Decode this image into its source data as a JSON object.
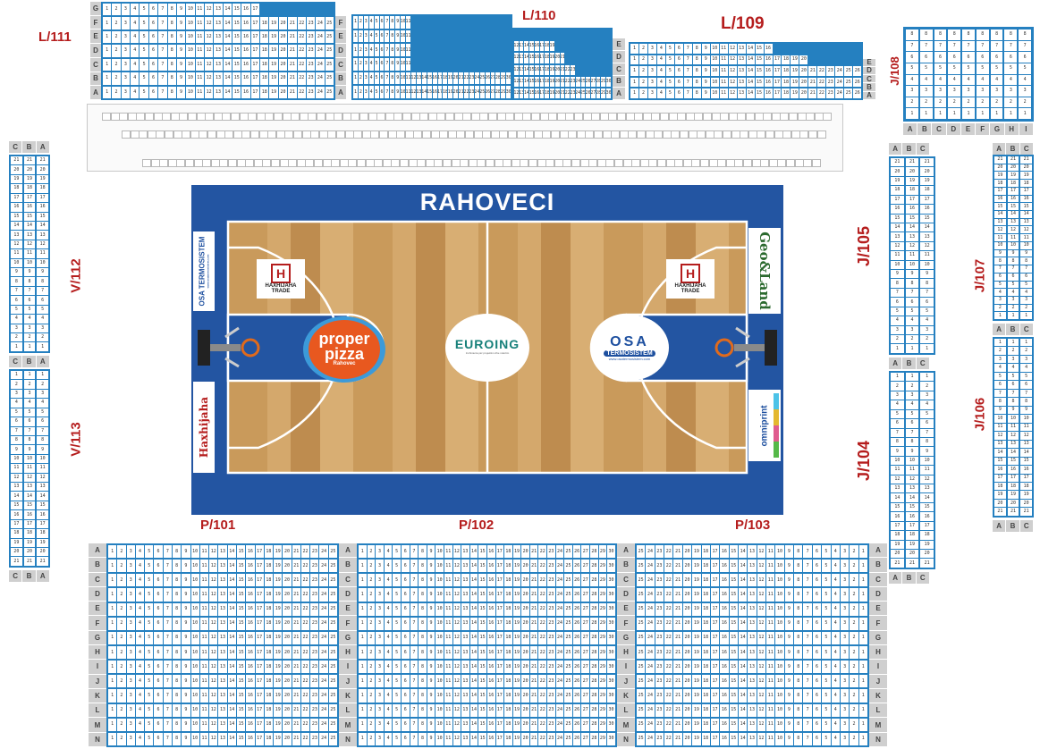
{
  "sections": {
    "l111": "L/111",
    "l110": "L/110",
    "l109": "L/109",
    "j108": "J/108",
    "v112": "V/112",
    "v113": "V/113",
    "j105": "J/105",
    "j104": "J/104",
    "j107": "J/107",
    "j106": "J/106",
    "p101": "P/101",
    "p102": "P/102",
    "p103": "P/103"
  },
  "rows": {
    "l111": [
      "G",
      "F",
      "E",
      "D",
      "C",
      "B",
      "A"
    ],
    "p_left": [
      "A",
      "B",
      "C",
      "D",
      "E",
      "F",
      "G",
      "H",
      "I",
      "J",
      "K",
      "L",
      "M",
      "N"
    ],
    "p_right": [
      "A",
      "B",
      "C",
      "D",
      "E",
      "F",
      "G",
      "H",
      "I",
      "J",
      "K",
      "L",
      "M",
      "N"
    ],
    "j108": [
      "A",
      "B",
      "C",
      "D",
      "E",
      "F",
      "G",
      "H",
      "I"
    ],
    "v": [
      "C",
      "B",
      "A"
    ],
    "j105": [
      "A",
      "B",
      "C"
    ],
    "j107": [
      "A",
      "B",
      "C"
    ]
  },
  "court": {
    "title": "RAHOVECI",
    "center_logo": "EUROING",
    "center_sub": "Inxhinieria për projektim dhe ndertim",
    "left_key_logo_1": "proper",
    "left_key_logo_2": "pizza",
    "left_key_logo_3": "Rahovec",
    "right_key_logo_1": "OSA",
    "right_key_logo_2": "TERMOSISTEM",
    "right_key_logo_3": "www.osatermosistem.com",
    "sponsor_left_top": "OSA TERMOSISTEM",
    "sponsor_left_top_url": "www.osatermosistem.com",
    "sponsor_left_bottom": "Haxhijaha",
    "sponsor_right_top": "Geo&Land",
    "sponsor_right_bottom": "omniprint",
    "h_logo_left": "HAXHIJAHA TRADE",
    "h_logo_right": "HAXHIJAHA TRADE",
    "h_mark": "H"
  },
  "colors": {
    "seat_blue": "#2580c0",
    "court_blue": "#2355a2",
    "label_red": "#b51d1d",
    "floor_wood": "#c99a5b"
  }
}
